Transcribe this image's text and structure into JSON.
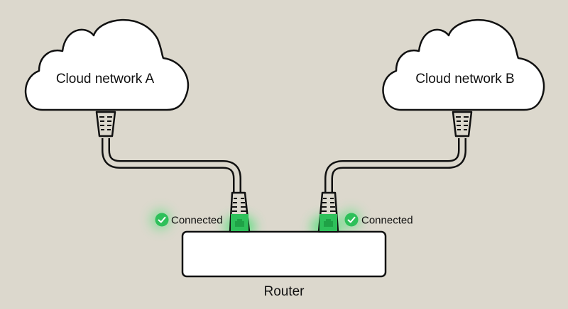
{
  "clouds": [
    {
      "label": "Cloud network A"
    },
    {
      "label": "Cloud network B"
    }
  ],
  "connections": [
    {
      "status": "Connected",
      "status_icon": "check-circle-icon",
      "color": "#2ec05a"
    },
    {
      "status": "Connected",
      "status_icon": "check-circle-icon",
      "color": "#2ec05a"
    }
  ],
  "router": {
    "label": "Router"
  }
}
